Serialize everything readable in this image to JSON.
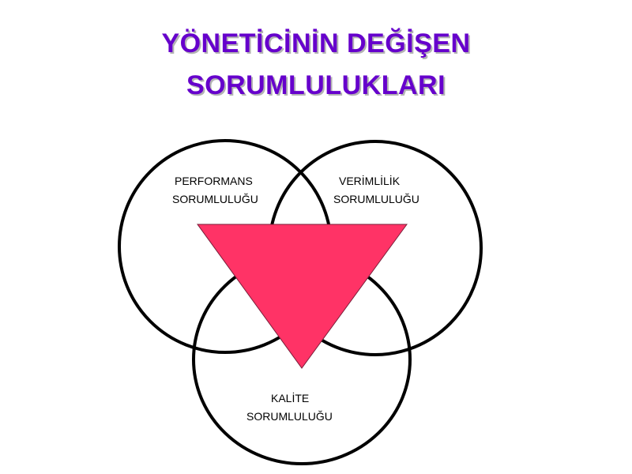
{
  "title": {
    "line1": "YÖNETİCİNİN DEĞİŞEN",
    "line2": "SORUMLULUKLARI"
  },
  "circles": [
    {
      "id": "performance",
      "line1": "PERFORMANS",
      "line2": "SORUMLULUĞU"
    },
    {
      "id": "efficiency",
      "line1": "VERİMLİLİK",
      "line2": "SORUMLULUĞU"
    },
    {
      "id": "quality",
      "line1": "KALİTE",
      "line2": "SORUMLULUĞU"
    }
  ],
  "colors": {
    "title": "#6600cc",
    "title_shadow": "#b3b3b3",
    "triangle": "#ff3366",
    "circle_stroke": "#000000"
  }
}
